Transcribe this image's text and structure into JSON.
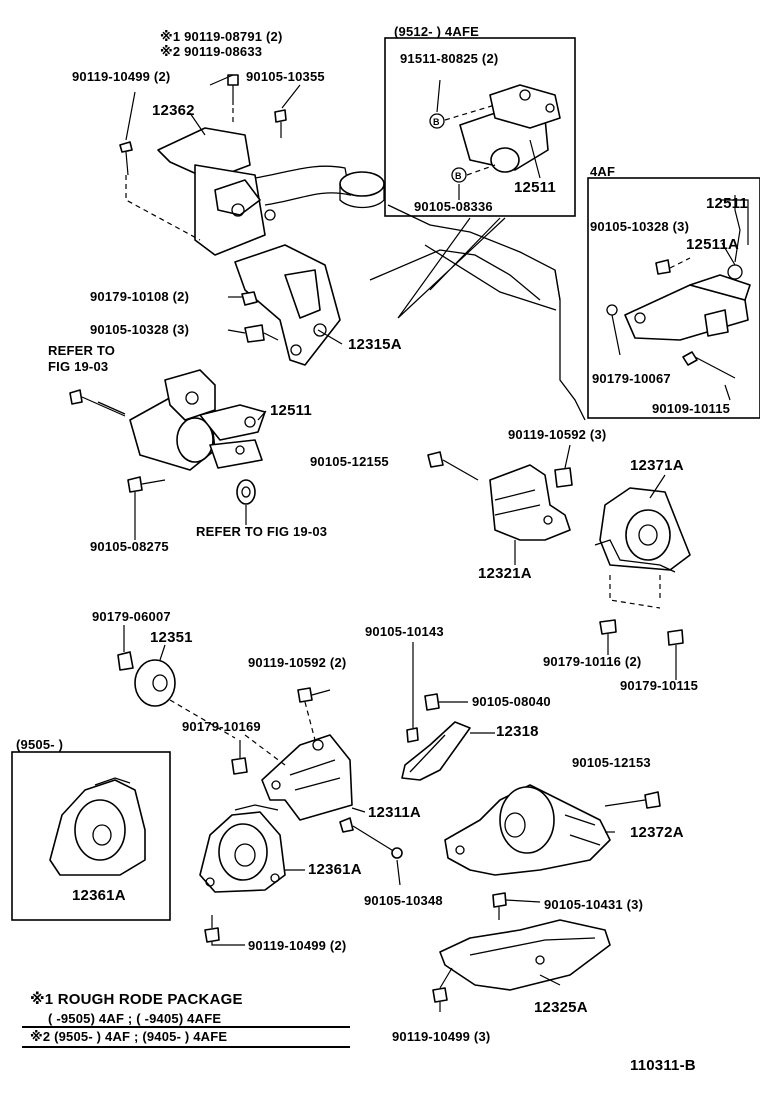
{
  "diagram_id": "110311-B",
  "labels": {
    "p_90119_08791": "※1 90119-08791 (2)",
    "p_90119_08633": "※2 90119-08633",
    "p_90119_10499_2_top": "90119-10499 (2)",
    "p_90105_10355": "90105-10355",
    "p_12362": "12362",
    "p_90179_10108": "90179-10108 (2)",
    "p_90105_10328_left": "90105-10328 (3)",
    "p_12315A": "12315A",
    "refer_fig_1": "REFER TO",
    "refer_fig_2": "FIG 19-03",
    "p_12511_left": "12511",
    "p_90105_12155": "90105-12155",
    "p_90105_08275": "90105-08275",
    "refer_fig_3": "REFER TO FIG 19-03",
    "box_4afe_title": "(9512-      ) 4AFE",
    "p_91511_80825": "91511-80825 (2)",
    "p_12511_box": "12511",
    "p_90105_08336": "90105-08336",
    "box_4af_title": "4AF",
    "p_12511_4af": "12511",
    "p_90105_10328_4af": "90105-10328 (3)",
    "p_12511A": "12511A",
    "p_90179_10067": "90179-10067",
    "p_90109_10115": "90109-10115",
    "p_90119_10592_3": "90119-10592 (3)",
    "p_12371A": "12371A",
    "p_12321A": "12321A",
    "p_90179_10116": "90179-10116 (2)",
    "p_90179_10115": "90179-10115",
    "p_90179_06007": "90179-06007",
    "p_12351": "12351",
    "p_90105_10143": "90105-10143",
    "p_90119_10592_2": "90119-10592 (2)",
    "p_90105_08040": "90105-08040",
    "p_90179_10169": "90179-10169",
    "p_12318": "12318",
    "box_9505_title": "(9505-         )",
    "p_12361A_box": "12361A",
    "p_12311A": "12311A",
    "p_90105_12153": "90105-12153",
    "p_12372A": "12372A",
    "p_12361A": "12361A",
    "p_90105_10348": "90105-10348",
    "p_90105_10431": "90105-10431 (3)",
    "p_90119_10499_2_bottom": "90119-10499 (2)",
    "p_12325A": "12325A",
    "p_90119_10499_3": "90119-10499 (3)"
  },
  "legend": {
    "line1": "※1 ROUGH RODE PACKAGE",
    "line2": "(       -9505) 4AF ; (       -9405) 4AFE",
    "line3": "※2 (9505-       ) 4AF ; (9405-       ) 4AFE"
  }
}
